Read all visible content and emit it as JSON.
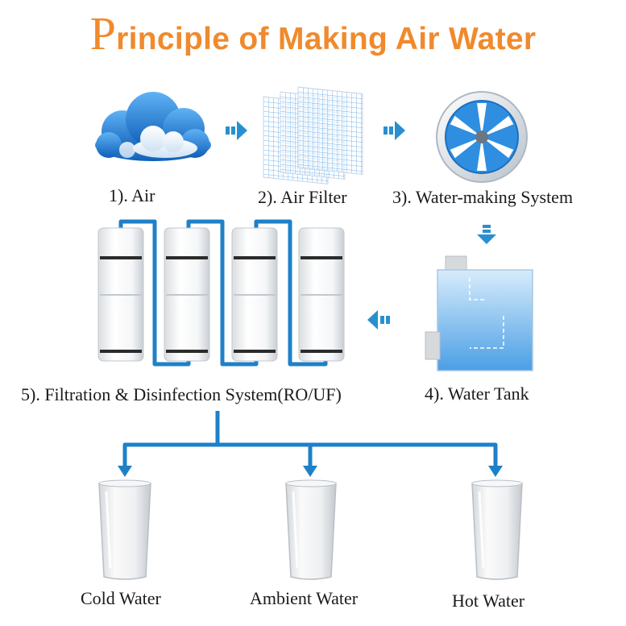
{
  "title": {
    "first_letter": "P",
    "rest": "rinciple of Making Air Water"
  },
  "steps": [
    {
      "label": "1). Air",
      "icon": "cloud-icon"
    },
    {
      "label": "2). Air Filter",
      "icon": "filter-mesh-icon"
    },
    {
      "label": "3). Water-making System",
      "icon": "fan-icon"
    },
    {
      "label": "4). Water Tank",
      "icon": "water-tank-icon"
    },
    {
      "label": "5). Filtration & Disinfection System(RO/UF)",
      "icon": "filter-cartridge-icon"
    }
  ],
  "outputs": [
    {
      "label": "Cold Water",
      "icon": "glass-icon"
    },
    {
      "label": "Ambient Water",
      "icon": "glass-icon"
    },
    {
      "label": "Hot Water",
      "icon": "glass-icon"
    }
  ],
  "colors": {
    "title": "#f08a2c",
    "arrow": "#2a8fd0",
    "pipe": "#1f80c8",
    "cloud": "#1e7fd6",
    "fan_blade": "#2f8ee0",
    "tank_water": "#6ab4ee",
    "text": "#1a1a1a"
  }
}
